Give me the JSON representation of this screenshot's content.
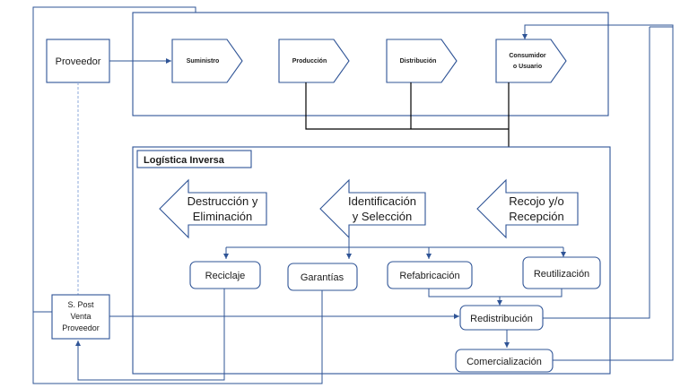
{
  "nodes": {
    "proveedor": "Proveedor",
    "suministro": "Suministro",
    "produccion": "Producción",
    "distribucion": "Distribución",
    "consumidor_1": "Consumidor",
    "consumidor_2": "o Usuario",
    "spost_1": "S. Post",
    "spost_2": "Venta",
    "spost_3": "Proveedor",
    "logistica_inversa": "Logística Inversa",
    "destruccion_1": "Destrucción y",
    "destruccion_2": "Eliminación",
    "identificacion_1": "Identificación",
    "identificacion_2": "y Selección",
    "recojo_1": "Recojo y/o",
    "recojo_2": "Recepción",
    "reciclaje": "Reciclaje",
    "garantias": "Garantías",
    "refabricacion": "Refabricación",
    "reutilizacion": "Reutilización",
    "redistribucion": "Redistribución",
    "comercializacion": "Comercialización"
  },
  "colors": {
    "line": "#2f5496",
    "black_line": "#000000",
    "dashed": "#8eaadb"
  }
}
